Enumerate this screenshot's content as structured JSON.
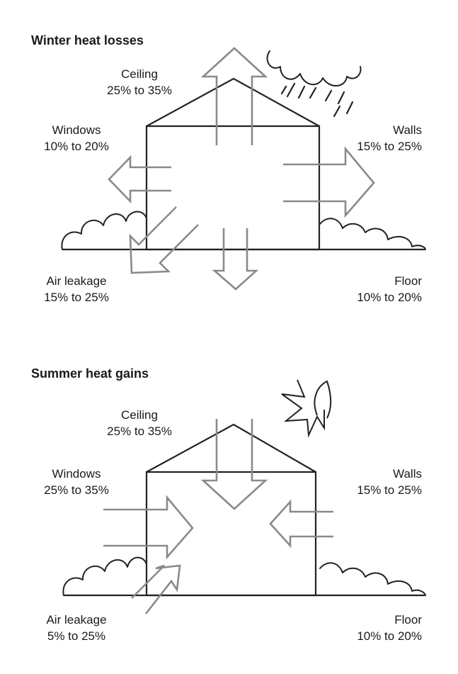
{
  "winter": {
    "title": "Winter heat losses",
    "ceiling": {
      "name": "Ceiling",
      "range": "25% to 35%"
    },
    "windows": {
      "name": "Windows",
      "range": "10% to 20%"
    },
    "walls": {
      "name": "Walls",
      "range": "15% to 25%"
    },
    "air_leakage": {
      "name": "Air leakage",
      "range": "15% to 25%"
    },
    "floor": {
      "name": "Floor",
      "range": "10% to 20%"
    },
    "weather_icon": "cloud-rain-icon",
    "flow": "outward"
  },
  "summer": {
    "title": "Summer heat gains",
    "ceiling": {
      "name": "Ceiling",
      "range": "25% to 35%"
    },
    "windows": {
      "name": "Windows",
      "range": "25% to 35%"
    },
    "walls": {
      "name": "Walls",
      "range": "15% to 25%"
    },
    "air_leakage": {
      "name": "Air leakage",
      "range": "5% to 25%"
    },
    "floor": {
      "name": "Floor",
      "range": "10% to 20%"
    },
    "weather_icon": "sun-icon",
    "flow": "inward"
  },
  "colors": {
    "outline": "#222222",
    "arrow": "#8a8a8a"
  }
}
